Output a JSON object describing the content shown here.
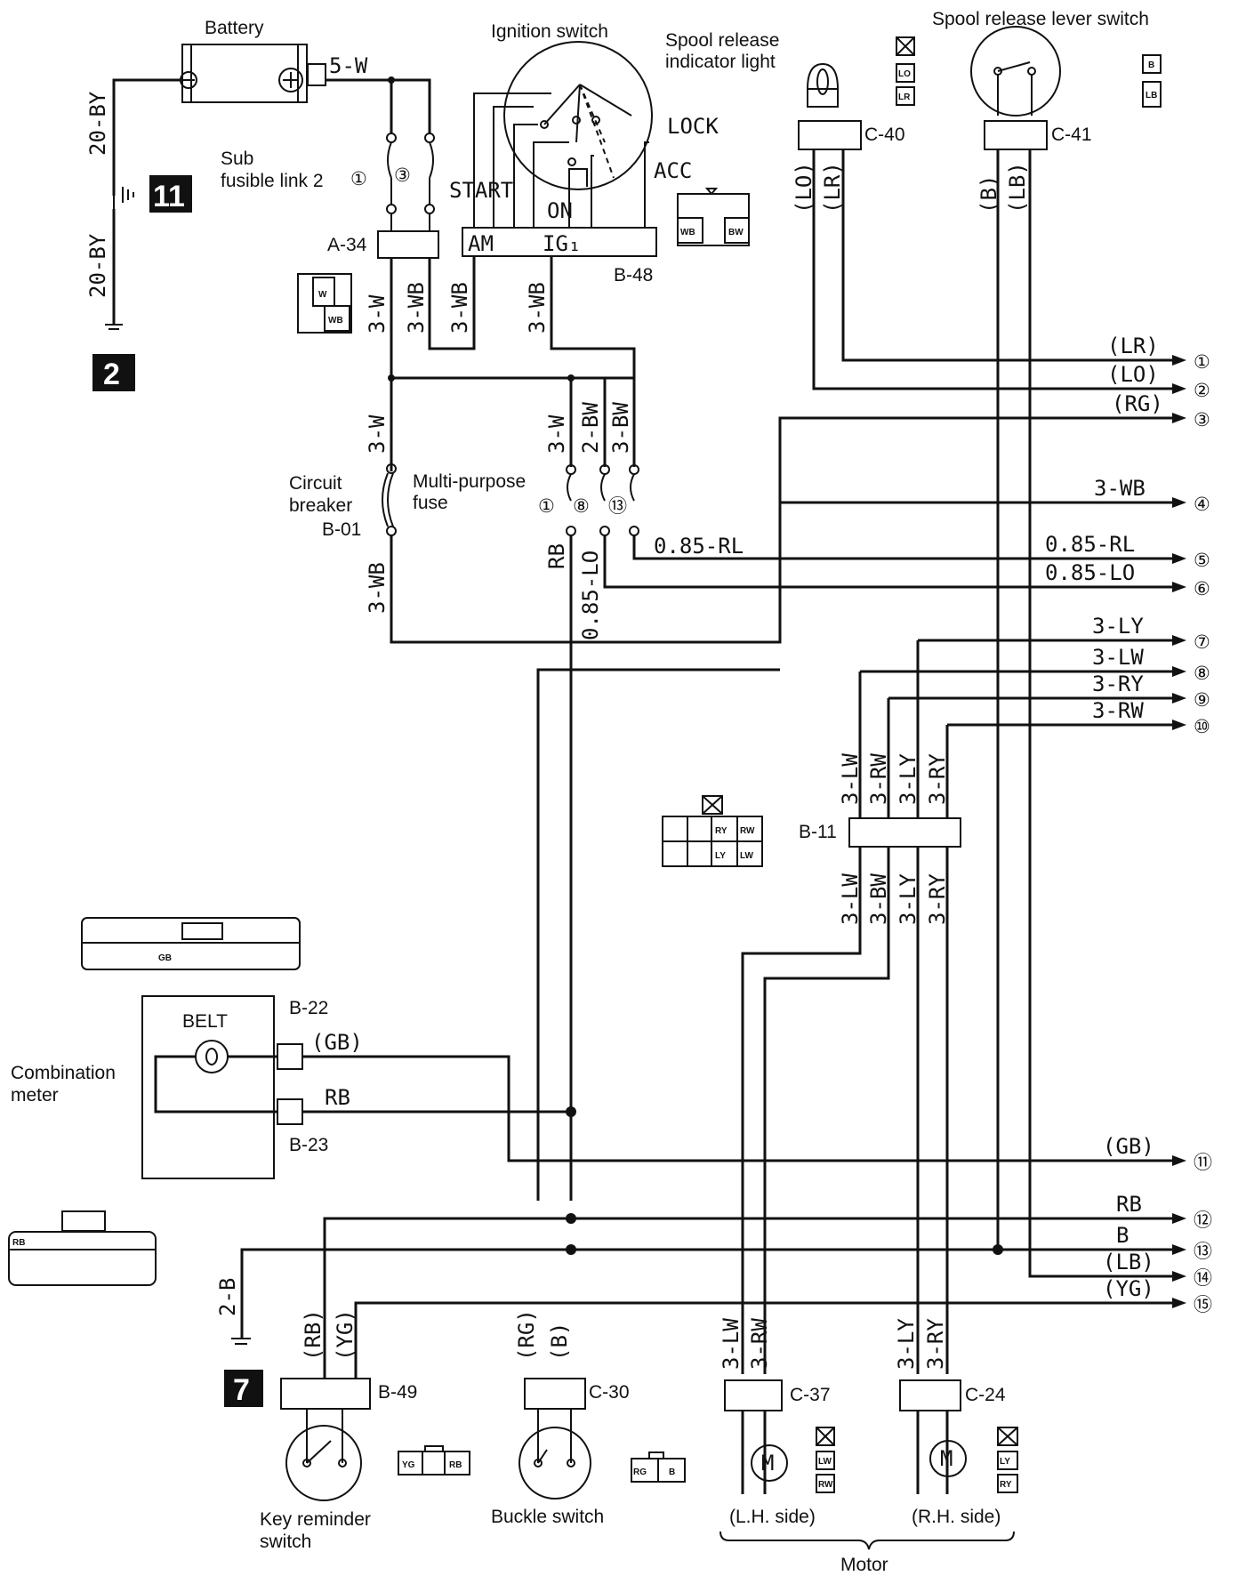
{
  "labels": {
    "battery": "Battery",
    "ignition_switch": "Ignition switch",
    "spool_indicator_1": "Spool release",
    "spool_indicator_2": "indicator light",
    "spool_lever": "Spool release lever switch",
    "sub_fusible_1": "Sub",
    "sub_fusible_2": "fusible link 2",
    "circuit_breaker_1": "Circuit",
    "circuit_breaker_2": "breaker",
    "multi_fuse_1": "Multi-purpose",
    "multi_fuse_2": "fuse",
    "combination_meter_1": "Combination",
    "combination_meter_2": "meter",
    "belt": "BELT",
    "key_reminder_1": "Key reminder",
    "key_reminder_2": "switch",
    "buckle_switch": "Buckle switch",
    "lh_side": "(L.H. side)",
    "rh_side": "(R.H. side)",
    "motor": "Motor"
  },
  "switch_positions": {
    "lock": "LOCK",
    "acc": "ACC",
    "start": "START",
    "on": "ON",
    "am": "AM",
    "ig1": "IG₁"
  },
  "connectors": {
    "c40": "C-40",
    "c41": "C-41",
    "a34": "A-34",
    "b48": "B-48",
    "b01": "B-01",
    "b11": "B-11",
    "b22": "B-22",
    "b23": "B-23",
    "b49": "B-49",
    "c30": "C-30",
    "c37": "C-37",
    "c24": "C-24"
  },
  "ground_badges": {
    "g11": "11",
    "g2": "2",
    "g7": "7"
  },
  "fuse_numbers": {
    "f1": "①",
    "f3": "③",
    "mf1": "①",
    "mf8": "⑧",
    "mf13": "⑬"
  },
  "wires": {
    "bat_out": "5-W",
    "gnd_top": "20-BY",
    "gnd_bot": "20-BY",
    "a34_w": "3-W",
    "a34_wb": "3-WB",
    "am_wb": "3-WB",
    "ig_wb": "3-WB",
    "cb_w": "3-W",
    "cb_wb": "3-WB",
    "mf_w": "3-W",
    "mf_bw": "2-BW",
    "mf_bw2": "3-BW",
    "rb_v": "RB",
    "lo_v": "0.85-LO",
    "rl_h": "0.85-RL",
    "c40_lo": "(LO)",
    "c40_lr": "(LR)",
    "c41_b": "(B)",
    "c41_lb": "(LB)",
    "b11_top": [
      "3-LW",
      "3-RW",
      "3-LY",
      "3-RY"
    ],
    "b11_bot": [
      "3-LW",
      "3-BW",
      "3-LY",
      "3-RY"
    ],
    "gb_meter": "(GB)",
    "rb_meter": "RB",
    "gnd7": "2-B",
    "b49": [
      "(RB)",
      "(YG)"
    ],
    "c30": [
      "(RG)",
      "(B)"
    ],
    "c37": [
      "3-LW",
      "3-RW"
    ],
    "c24": [
      "3-LY",
      "3-RY"
    ]
  },
  "outputs": [
    {
      "num": "①",
      "label": "(LR)"
    },
    {
      "num": "②",
      "label": "(LO)"
    },
    {
      "num": "③",
      "label": "(RG)"
    },
    {
      "num": "④",
      "label": "3-WB"
    },
    {
      "num": "⑤",
      "label": "0.85-RL"
    },
    {
      "num": "⑥",
      "label": "0.85-LO"
    },
    {
      "num": "⑦",
      "label": "3-LY"
    },
    {
      "num": "⑧",
      "label": "3-LW"
    },
    {
      "num": "⑨",
      "label": "3-RY"
    },
    {
      "num": "⑩",
      "label": "3-RW"
    },
    {
      "num": "⑪",
      "label": "(GB)"
    },
    {
      "num": "⑫",
      "label": "RB"
    },
    {
      "num": "⑬",
      "label": "B"
    },
    {
      "num": "⑭",
      "label": "(LB)"
    },
    {
      "num": "⑮",
      "label": "(YG)"
    }
  ],
  "pin_labels": {
    "spool_lo": "LO",
    "spool_lr": "LR",
    "lever_b": "B",
    "lever_lb": "LB",
    "b48_wb": "WB",
    "b48_bw": "BW",
    "a34_w": "W",
    "a34_wb": "WB",
    "b11_ry": "RY",
    "b11_rw": "RW",
    "b11_ly": "LY",
    "b11_lw": "LW",
    "meter_gb": "GB",
    "meter_rb": "RB",
    "b49_yg": "YG",
    "b49_rb": "RB",
    "c30_rg": "RG",
    "c30_b": "B",
    "c37_lw": "LW",
    "c37_rw": "RW",
    "c24_ly": "LY",
    "c24_ry": "RY"
  },
  "motor_symbol": "M"
}
